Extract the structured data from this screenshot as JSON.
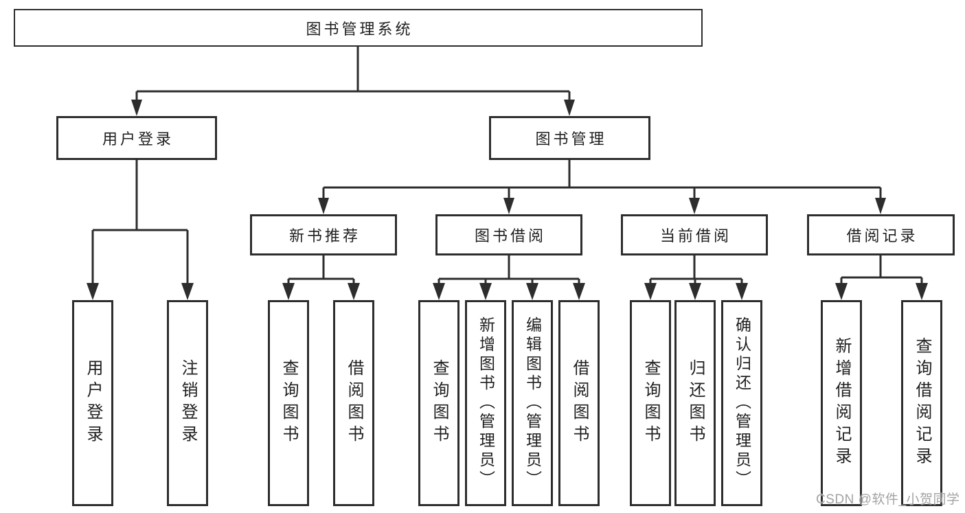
{
  "title": "图书管理系统",
  "tree": {
    "label": "图书管理系统",
    "children": [
      {
        "label": "用户登录",
        "children": [
          {
            "label": "用户登录"
          },
          {
            "label": "注销登录"
          }
        ]
      },
      {
        "label": "图书管理",
        "children": [
          {
            "label": "新书推荐",
            "children": [
              {
                "label": "查询图书"
              },
              {
                "label": "借阅图书"
              }
            ]
          },
          {
            "label": "图书借阅",
            "children": [
              {
                "label": "查询图书"
              },
              {
                "label": "新增图书（管理员）"
              },
              {
                "label": "编辑图书（管理员）"
              },
              {
                "label": "借阅图书"
              }
            ]
          },
          {
            "label": "当前借阅",
            "children": [
              {
                "label": "查询图书"
              },
              {
                "label": "归还图书"
              },
              {
                "label": "确认归还（管理员）"
              }
            ]
          },
          {
            "label": "借阅记录",
            "children": [
              {
                "label": "新增借阅记录"
              },
              {
                "label": "查询借阅记录"
              }
            ]
          }
        ]
      }
    ]
  },
  "watermark": {
    "text": "CSDN @软件_小贺同学"
  },
  "colors": {
    "line": "#2d2d2d",
    "ink": "#1f1f1f",
    "background": "#ffffff",
    "watermark": "#a3a3a3"
  }
}
